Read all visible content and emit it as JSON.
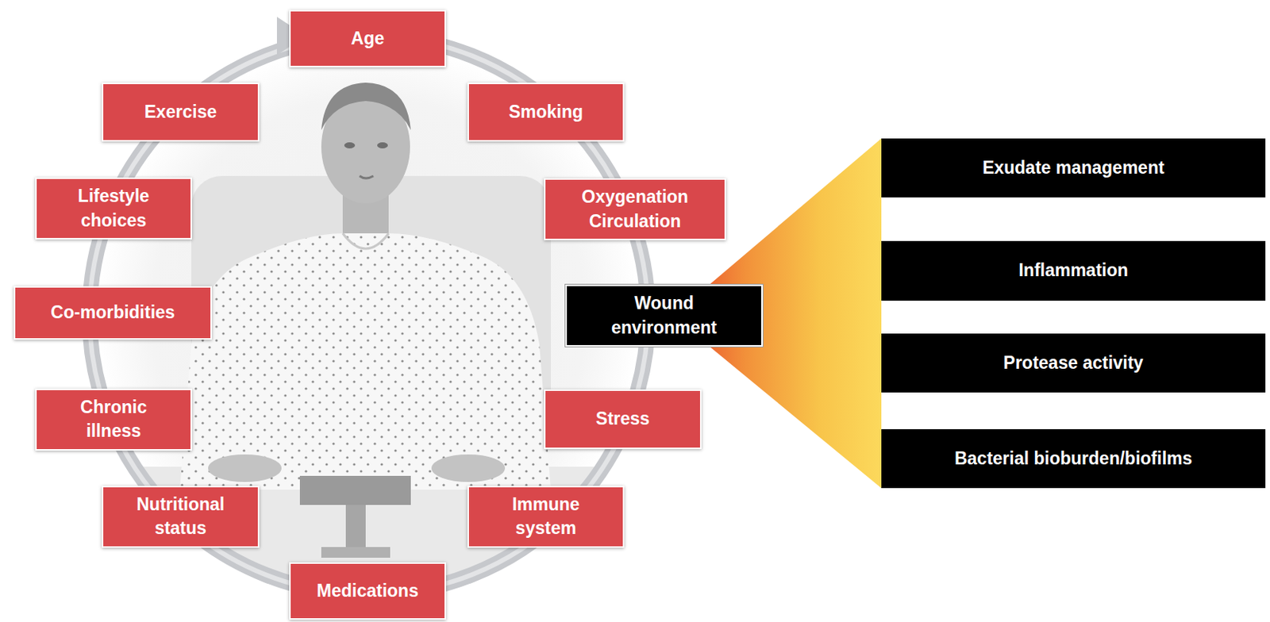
{
  "diagram": {
    "nodes": [
      {
        "text": [
          "Age"
        ]
      },
      {
        "text": [
          "Smoking"
        ]
      },
      {
        "text": [
          "Oxygenation Circulation"
        ]
      },
      {
        "text": [
          "Wound environment"
        ]
      },
      {
        "text": [
          "Stress"
        ]
      },
      {
        "text": [
          "Immune system"
        ]
      },
      {
        "text": [
          "Medications"
        ]
      },
      {
        "text": [
          "Nutritional status"
        ]
      },
      {
        "text": [
          "Chronic illness"
        ]
      },
      {
        "text": [
          "Co-morbidities"
        ]
      },
      {
        "text": [
          "Lifestyle choices"
        ]
      },
      {
        "text": [
          "Exercise"
        ]
      },
      {
        "text": [
          "Exudate management"
        ]
      },
      {
        "text": [
          "Inflammation"
        ]
      },
      {
        "text": [
          "Protease activity"
        ]
      },
      {
        "text": [
          "Bacterial bioburden/biofilms"
        ]
      }
    ]
  }
}
